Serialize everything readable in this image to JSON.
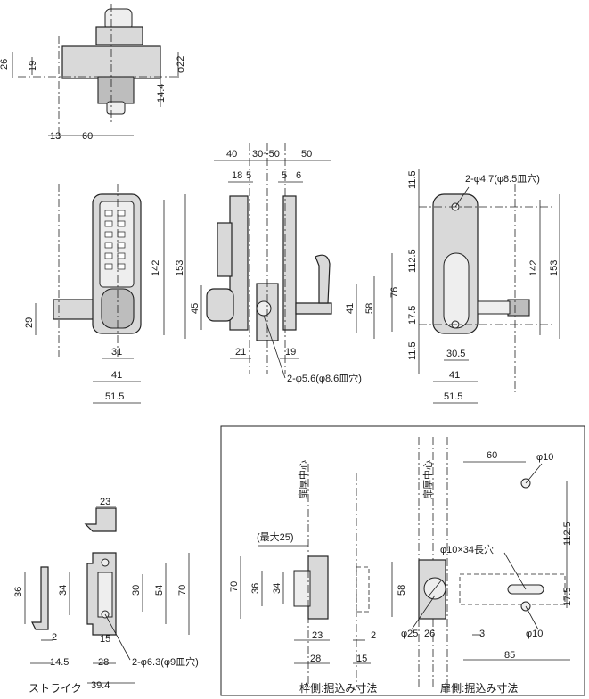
{
  "top_view": {
    "dim_26": "26",
    "dim_19": "19",
    "dim_phi22": "φ22",
    "dim_14_4": "14.4",
    "dim_13": "13",
    "dim_60": "60"
  },
  "front_view": {
    "dim_142": "142",
    "dim_153": "153",
    "dim_29": "29",
    "dim_31": "31",
    "dim_41": "41",
    "dim_51_5": "51.5"
  },
  "side_view": {
    "dim_40": "40",
    "dim_30_50": "30~50",
    "dim_50": "50",
    "dim_18": "18",
    "dim_5a": "5",
    "dim_5b": "5",
    "dim_6": "6",
    "dim_45": "45",
    "dim_76": "76",
    "dim_41": "41",
    "dim_58": "58",
    "dim_21": "21",
    "dim_19": "19",
    "hole_note": "2-φ5.6(φ8.6皿穴)"
  },
  "back_view": {
    "dim_11_5_top": "11.5",
    "hole_note": "2-φ4.7(φ8.5皿穴)",
    "dim_112_5": "112.5",
    "dim_142": "142",
    "dim_153": "153",
    "dim_17_5": "17.5",
    "dim_11_5_bot": "11.5",
    "dim_30_5": "30.5",
    "dim_41": "41",
    "dim_51_5": "51.5"
  },
  "strike": {
    "dim_23": "23",
    "dim_36": "36",
    "dim_34": "34",
    "dim_30": "30",
    "dim_54": "54",
    "dim_70": "70",
    "dim_2": "2",
    "dim_15": "15",
    "dim_14_5": "14.5",
    "dim_28": "28",
    "dim_39_4": "39.4",
    "hole_note": "2-φ6.3(φ9皿穴)",
    "caption": "ストライク"
  },
  "frame_cutout": {
    "max25": "(最大25)",
    "door_center": "扉厚中心",
    "dim_70": "70",
    "dim_36": "36",
    "dim_34": "34",
    "dim_23": "23",
    "dim_28": "28",
    "dim_2": "2",
    "dim_15": "15",
    "caption": "枠側:掘込み寸法"
  },
  "door_cutout": {
    "door_center": "扉厚中心",
    "dim_60": "60",
    "dim_phi10_top": "φ10",
    "slot_note": "φ10×34長穴",
    "dim_112_5": "112.5",
    "dim_58": "58",
    "dim_17_5": "17.5",
    "dim_phi25": "φ25",
    "dim_26": "26",
    "dim_3": "3",
    "dim_phi10_bot": "φ10",
    "dim_85": "85",
    "caption": "扉側:掘込み寸法"
  }
}
